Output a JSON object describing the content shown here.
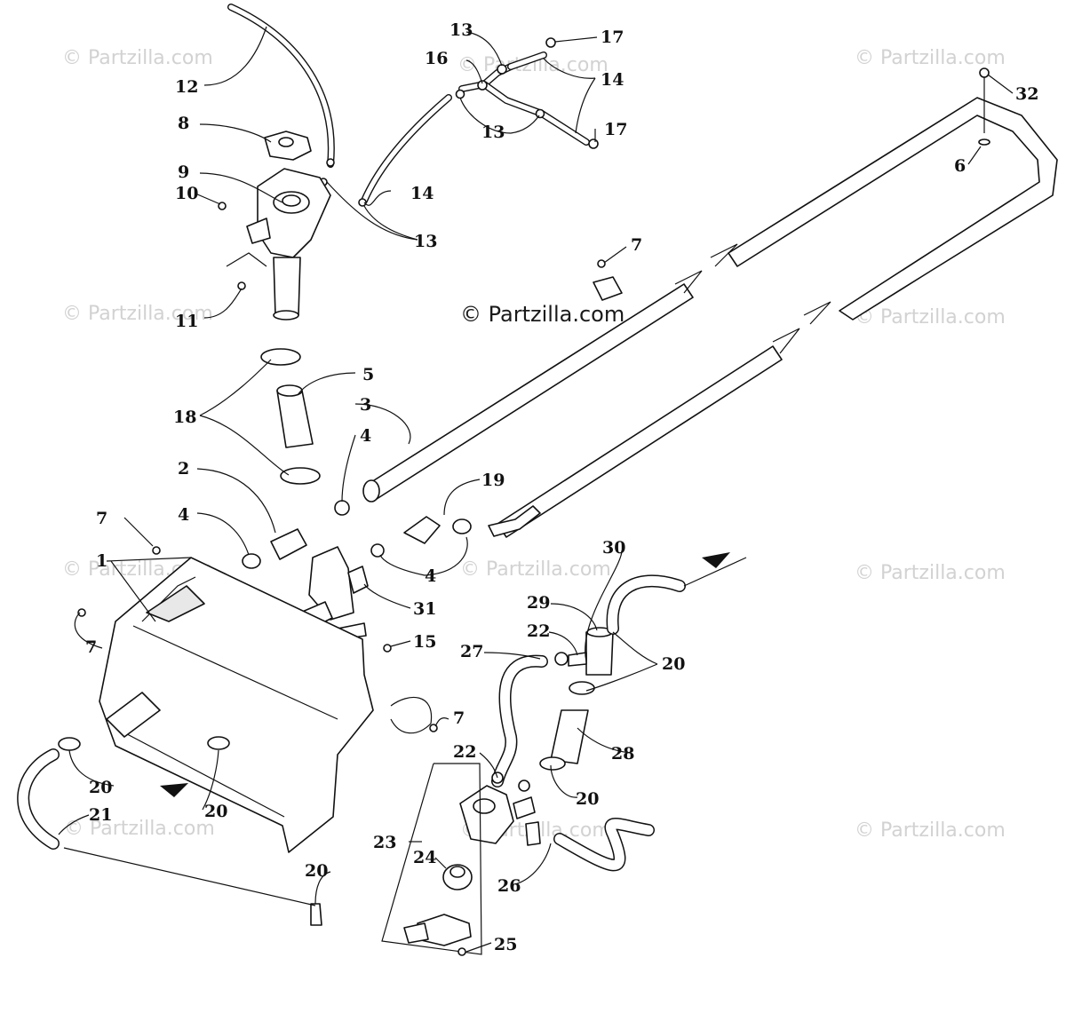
{
  "watermarks": {
    "top_left": "© Partzilla.com",
    "top_center": "© Partzilla.com",
    "top_right": "© Partzilla.com",
    "mid_left": "© Partzilla.com",
    "mid_right": "© Partzilla.com",
    "lower_left": "© Partzilla.com",
    "lower_center": "© Partzilla.com",
    "lower_right": "© Partzilla.com",
    "bottom_left": "© Partzilla.com",
    "bottom_center": "© Partzilla.com",
    "bottom_right": "© Partzilla.com",
    "center": "© Partzilla.com"
  },
  "callouts": {
    "c1": "1",
    "c2": "2",
    "c3": "3",
    "c4a": "4",
    "c4b": "4",
    "c4c": "4",
    "c5": "5",
    "c6": "6",
    "c7a": "7",
    "c7b": "7",
    "c7c": "7",
    "c7d": "7",
    "c8": "8",
    "c9": "9",
    "c10": "10",
    "c11": "11",
    "c12": "12",
    "c13a": "13",
    "c13b": "13",
    "c13c": "13",
    "c14a": "14",
    "c14b": "14",
    "c15": "15",
    "c16": "16",
    "c17a": "17",
    "c17b": "17",
    "c18": "18",
    "c19": "19",
    "c20a": "20",
    "c20b": "20",
    "c20c": "20",
    "c20d": "20",
    "c20e": "20",
    "c21": "21",
    "c22a": "22",
    "c22b": "22",
    "c23": "23",
    "c24": "24",
    "c25": "25",
    "c26": "26",
    "c27": "27",
    "c28": "28",
    "c29": "29",
    "c30": "30",
    "c31": "31",
    "c32": "32"
  },
  "colors": {
    "ink": "#111111",
    "watermark": "#d2d2d2",
    "background": "#ffffff"
  }
}
